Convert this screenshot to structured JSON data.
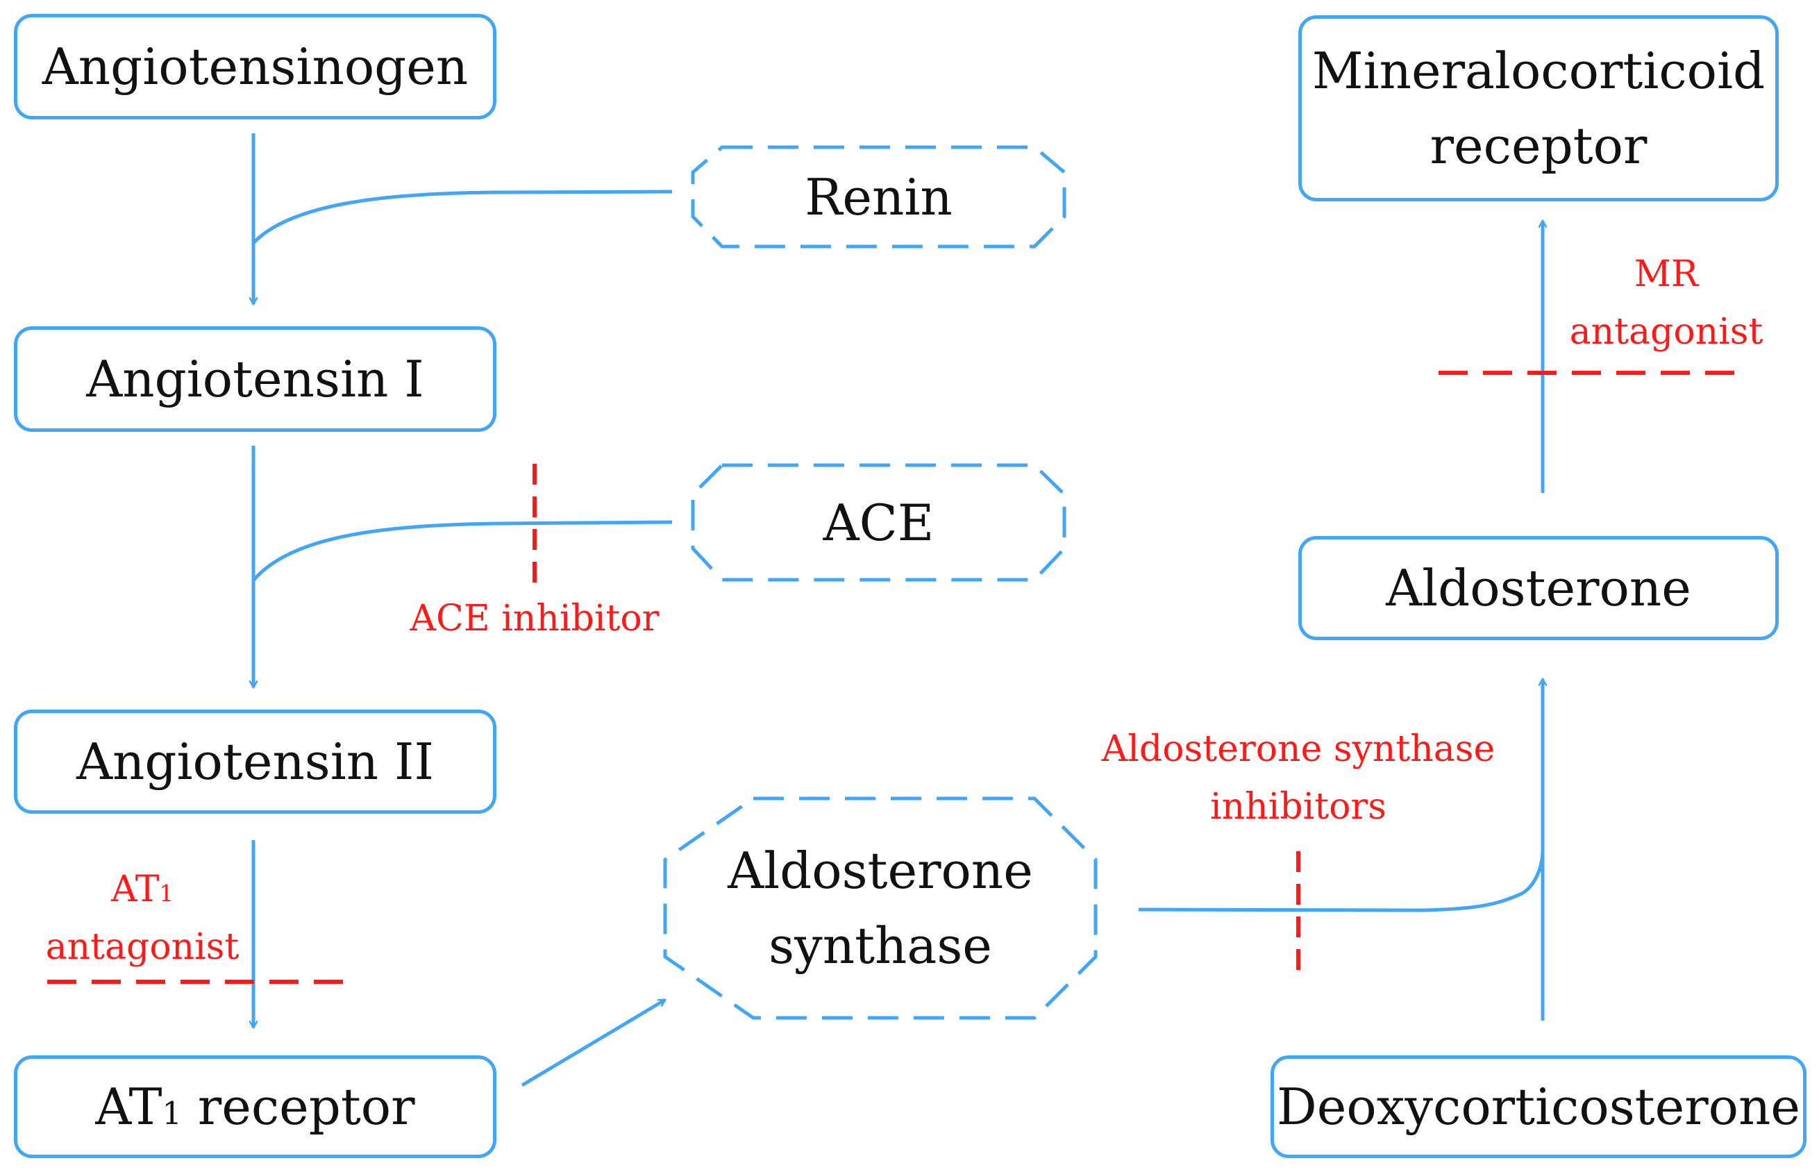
{
  "nodes": {
    "angiotensinogen": "Angiotensinogen",
    "angiotensin_i": "Angiotensin I",
    "angiotensin_ii": "Angiotensin II",
    "at1_receptor": {
      "prefix": "AT",
      "sub": "1",
      "suffix": " receptor"
    },
    "mineralocorticoid_receptor": {
      "line1": "Mineralocorticoid",
      "line2": "receptor"
    },
    "aldosterone": "Aldosterone",
    "deoxycorticosterone": "Deoxycorticosterone"
  },
  "enzymes": {
    "renin": "Renin",
    "ace": "ACE",
    "aldosterone_synthase": {
      "line1": "Aldosterone",
      "line2": "synthase"
    }
  },
  "inhibitors": {
    "ace_inhibitor": "ACE inhibitor",
    "at1_antagonist": {
      "prefix": "AT",
      "sub": "1",
      "line2": "antagonist"
    },
    "mr_antagonist": {
      "line1": "MR",
      "line2": "antagonist"
    },
    "aldosterone_synthase_inhibitors": {
      "line1": "Aldosterone synthase",
      "line2": "inhibitors"
    }
  },
  "colors": {
    "flow": "#42a5f5",
    "inhibitor": "#ff1a1a",
    "text": "#111111"
  }
}
